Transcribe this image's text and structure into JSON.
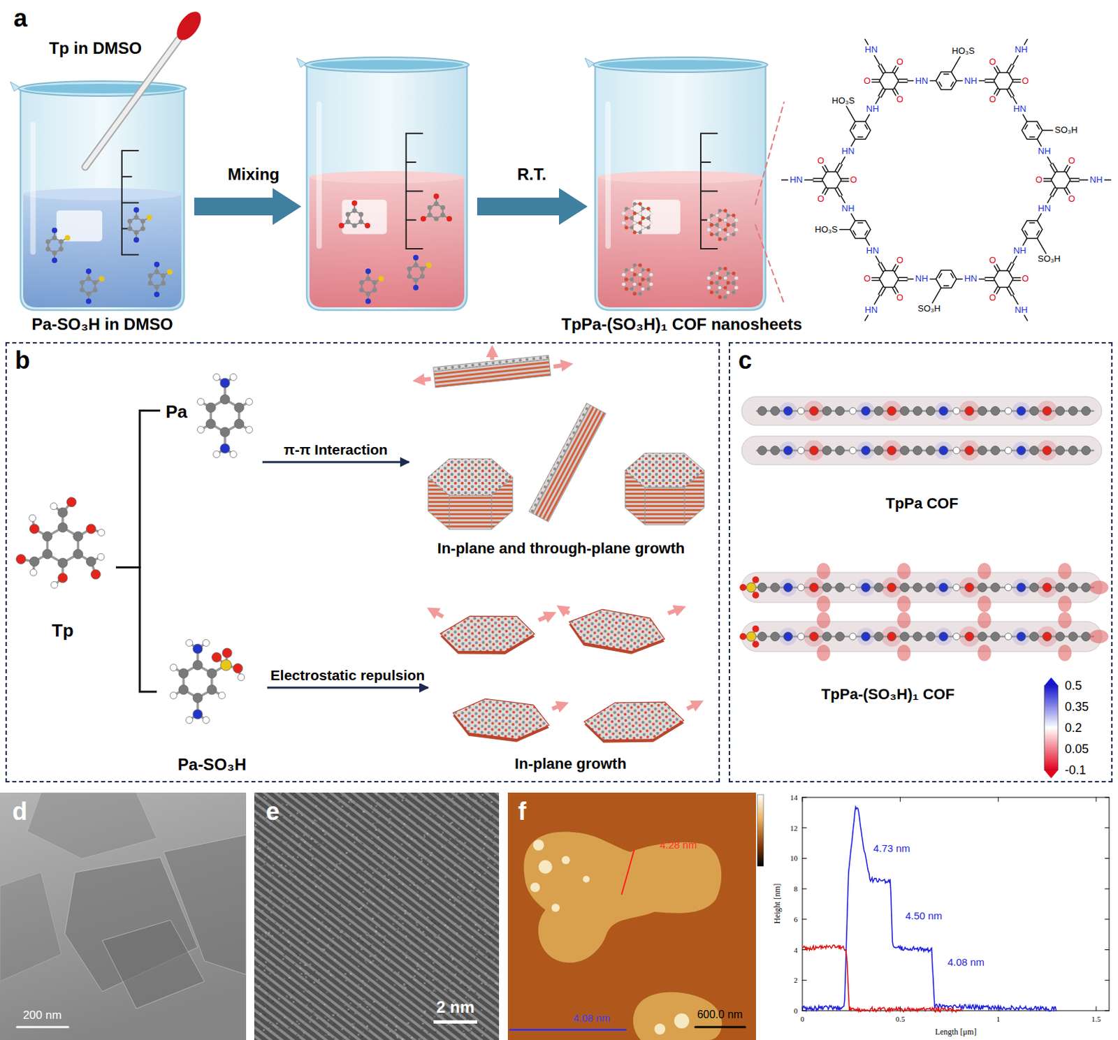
{
  "diagram": {
    "nodes": [
      {
        "text": [
          "b"
        ]
      },
      {
        "text": [
          "Tp"
        ],
        "in": 0
      },
      {
        "text": [
          "Pa"
        ],
        "in": 0
      },
      {
        "text": [
          "Pa-SO₃H"
        ],
        "in": 0
      },
      {
        "text": [
          "In-plane and through-plane growth"
        ],
        "in": 0
      },
      {
        "text": [
          "In-plane growth"
        ],
        "in": 0
      },
      {
        "text": [
          "c"
        ]
      },
      {
        "text": [
          "TpPa COF"
        ],
        "in": 6
      },
      {
        "text": [
          "TpPa-(SO₃H)₁ COF"
        ],
        "in": 6
      }
    ],
    "edges": [
      {
        "from": 1,
        "to": 2,
        "arrow": "none"
      },
      {
        "from": 1,
        "to": 3,
        "arrow": "none"
      },
      {
        "from": 2,
        "to": 4,
        "arrow": "to",
        "label": "π-π Interaction"
      },
      {
        "from": 3,
        "to": 5,
        "arrow": "to",
        "label": "Electrostatic repulsion"
      }
    ],
    "labels": [
      "a",
      "Tp in DMSO",
      "Mixing",
      "R.T.",
      "Pa-SO₃H in DMSO",
      "TpPa-(SO₃H)₁ COF nanosheets",
      "NH",
      "O",
      "O",
      "O",
      "NH",
      "O",
      "O",
      "O",
      "HN",
      "O",
      "O",
      "O",
      "HN",
      "O",
      "O",
      "O",
      "HN",
      "O",
      "O",
      "O",
      "NH",
      "O",
      "O",
      "O",
      "HN",
      "NH",
      "SO₃H",
      "HN",
      "NH",
      "SO₃H",
      "HN",
      "NH",
      "HO₃S",
      "HN",
      "NH",
      "HO₃S",
      "HN",
      "NH",
      "HO₃S",
      "HN",
      "NH",
      "SO₃H",
      "0.5",
      "0.35",
      "0.2",
      "0.05",
      "-0.1",
      "d",
      "200 nm",
      "e",
      "2 nm",
      "f",
      "4.28 nm",
      "4.08 nm",
      "600.0 nm",
      "4.73 nm",
      "4.50 nm",
      "4.08 nm",
      "Height [nm]",
      "Length [μm]",
      "0",
      "2",
      "4",
      "6",
      "8",
      "10",
      "12",
      "14",
      "0",
      "0.5",
      "1",
      "1.5"
    ]
  }
}
